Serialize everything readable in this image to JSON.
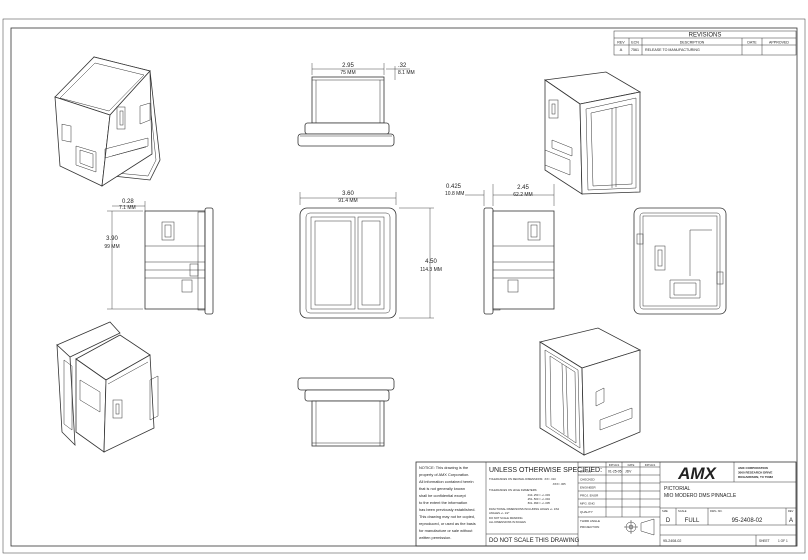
{
  "revisions": {
    "title": "REVISIONS",
    "headers": [
      "REV",
      "ECN",
      "DESCRIPTION",
      "DATE",
      "APPROVED"
    ],
    "row": {
      "rev": "A",
      "ecn": "7561",
      "description": "RELEASE TO MANUFACTURING",
      "date": "",
      "approved": ""
    }
  },
  "dimensions": {
    "top_width_in": "2.95",
    "top_width_mm": "75 MM",
    "top_depth_in": ".32",
    "top_depth_mm": "8.1 MM",
    "side_offset_in": "0.28",
    "side_offset_mm": "7.1 MM",
    "side_height_in": "3.90",
    "side_height_mm": "99 MM",
    "front_width_in": "3.60",
    "front_width_mm": "91.4 MM",
    "front_height_in": "4.50",
    "front_height_mm": "114.3 MM",
    "right_offset_in": "0.425",
    "right_offset_mm": "10.8 MM",
    "right_width_in": "2.45",
    "right_width_mm": "62.2 MM"
  },
  "title_block": {
    "notice": [
      "NOTICE:  This drawing is the",
      "property of AMX Corporation.",
      "All information contained herein",
      "that is not generally known",
      "shall be confidential except",
      "to the extent the information",
      "has been previously established.",
      "This drawing may not be copied,",
      "reproduced, or used as the basis",
      "for manufacture or sale without",
      "written permission."
    ],
    "unless_title": "UNLESS OTHERWISE SPECIFIED:",
    "tolerance_lines": [
      "TOLERANCES ON DECIMAL DIMENSIONS:  .XX= .010",
      ".XXX= .005",
      "TOLERANCES ON HOLE DIAMETERS:",
      ".010-.250 = +/-.003",
      ".251-.500 = +/-.004",
      ".501-.999 = +/-.005",
      "FRACTIONAL DIMENSIONS INCLUDING HOLES +/- 1/64",
      "ANGLES +/- 1/2°",
      "DO NOT SCALE DRAWING",
      "ALL DIMENSIONS IN INCHES"
    ],
    "do_not_scale": "DO NOT SCALE THIS DRAWING",
    "approvals_headers": [
      "INITIALS",
      "DATE"
    ],
    "approvals": [
      {
        "label": "DRAWN",
        "date": "01-25-05",
        "initials": "JDV"
      },
      {
        "label": "CHECKED",
        "date": "",
        "initials": ""
      },
      {
        "label": "ENGINEER",
        "date": "",
        "initials": ""
      },
      {
        "label": "PROJ. ENGR",
        "date": "",
        "initials": ""
      },
      {
        "label": "MFG. ENG",
        "date": "",
        "initials": ""
      },
      {
        "label": "QUALITY",
        "date": "",
        "initials": ""
      }
    ],
    "third_angle": "THIRD ANGLE",
    "projection": "PROJECTION",
    "company_logo": "AMX",
    "company_lines": [
      "AMX CORPORATION",
      "3000 RESEARCH DRIVE",
      "RICHARDSON, TX 75082"
    ],
    "title_lines": [
      "PICTORIAL",
      "MIO MODERO DMS PINNACLE"
    ],
    "size_label": "SIZE",
    "size": "D",
    "scale_label": "SCALE",
    "scale": "FULL",
    "dwg_no_label": "DWG. NO.",
    "dwg_no": "95-2408-02",
    "rev_label": "REV",
    "rev": "A",
    "file_name": "95-2408-02",
    "sheet_label": "SHEET",
    "sheet": "1 OF 1"
  },
  "colors": {
    "line": "#333333",
    "paper": "#ffffff"
  }
}
